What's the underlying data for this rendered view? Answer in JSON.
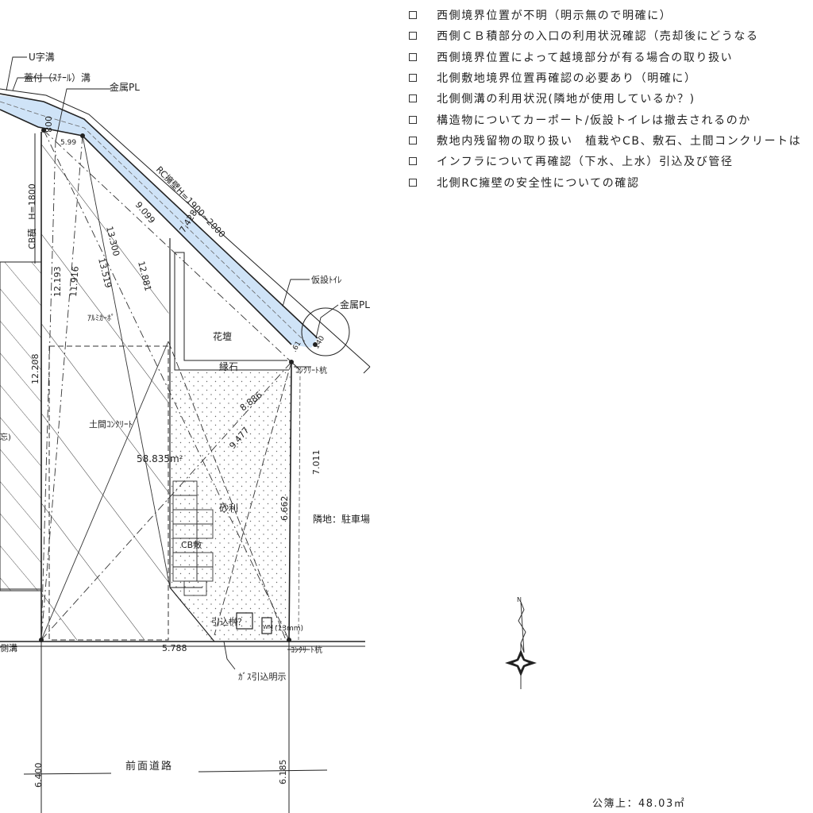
{
  "checklist": {
    "items": [
      "西側境界位置が不明（明示無ので明確に）",
      "西側ＣＢ積部分の入口の利用状況確認（売却後にどうなる",
      "西側境界位置によって越境部分が有る場合の取り扱い",
      "北側敷地境界位置再確認の必要あり（明確に）",
      "北側側溝の利用状況(隣地が使用しているか？)",
      "構造物についてカーポート/仮設トイレは撤去されるのか",
      "敷地内残留物の取り扱い　植栽やCB、敷石、土間コンクリートは",
      "インフラについて再確認（下水、上水）引込及び管径",
      "北側RC擁壁の安全性についての確認"
    ]
  },
  "plan": {
    "labels": {
      "u_gutter": "U字溝",
      "lid_gutter": "蓋付（ｽﾁｰﾙ）溝",
      "metal_pl_top": "金属PL",
      "metal_pl_right": "金属PL",
      "rc_wall": "RC擁壁H=1900~2000",
      "cb_wall": "CB積　H=1800",
      "temp_toilet": "仮設ﾄｲﾚ",
      "concrete_pile_top": "ｺﾝｸﾘｰﾄ杭",
      "concrete_pile_bottom": "ｺﾝｸﾘｰﾄ杭",
      "flower_bed": "花壇",
      "edge_stone": "縁石",
      "aluminum_carport": "ｱﾙﾐｶｰﾎﾟ",
      "earth_concrete": "土間ｺﾝｸﾘｰﾄ",
      "area": "58.835m²",
      "gravel": "砂利",
      "cb_paving": "CB敷",
      "neighbor_parking": "隣地：駐車場",
      "inlet_box": "引込桝？",
      "water_meter": "WM",
      "pipe_size": "(13mm)",
      "side_gutter": "側溝",
      "gas_inlet": "ｶﾞｽ引込明示",
      "front_road": "前面道路",
      "partial_left": "忘)"
    },
    "dims": {
      "d_008": "008",
      "d_5_99": "5.99",
      "d_9_099": "9.099",
      "d_7_428": "7.428",
      "d_13_300": "13.300",
      "d_13_519": "13.519",
      "d_12_881": "12.881",
      "d_12_193": "12.193",
      "d_11_916": "11.916",
      "d_12_208": "12.208",
      "d_8_886": "8.886",
      "d_9_477": "9.477",
      "d_7_011": "7.011",
      "d_6_662": "6.662",
      "d_5_788": "5.788",
      "d_6_400": "6.400",
      "d_6_185": "6.185",
      "d_0_61": ".61",
      "d_140": "140"
    },
    "colors": {
      "wall_fill": "#cfe3f7",
      "line": "#222222"
    }
  },
  "registry": {
    "area_note": "公簿上：48.03㎡"
  }
}
